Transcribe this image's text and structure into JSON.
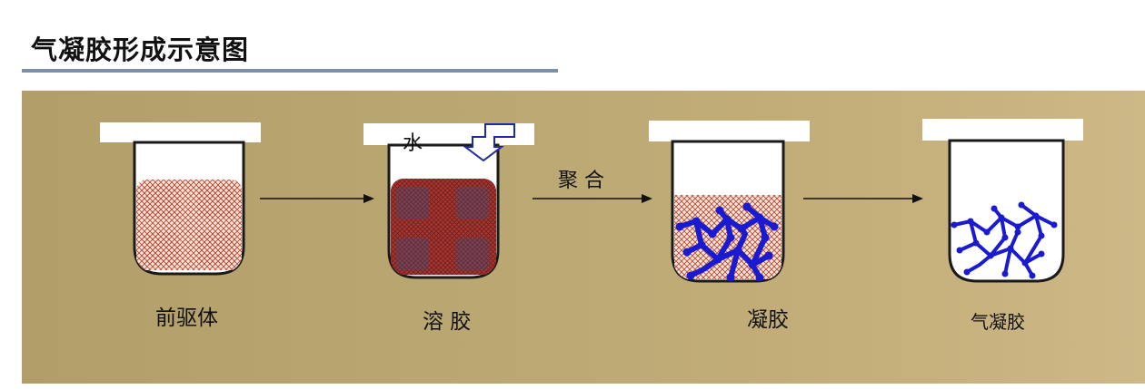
{
  "title": "气凝胶形成示意图",
  "colors": {
    "background_panel": "#bba873",
    "title_underline": "#7d8ea9",
    "sol_fill": "#b7321c",
    "crosshatch": "#b84a32",
    "polymer_chain": "#1a1ad0",
    "water_arrow": "#1e2aa0"
  },
  "stages": [
    {
      "label": "前驱体"
    },
    {
      "label": "溶 胶"
    },
    {
      "label": "凝胶"
    },
    {
      "label": "气凝胶"
    }
  ],
  "annotations": {
    "water": "水",
    "polymerization": "聚 合"
  },
  "icons": [
    "water-inflow-arrow-icon",
    "process-arrow-icon"
  ]
}
